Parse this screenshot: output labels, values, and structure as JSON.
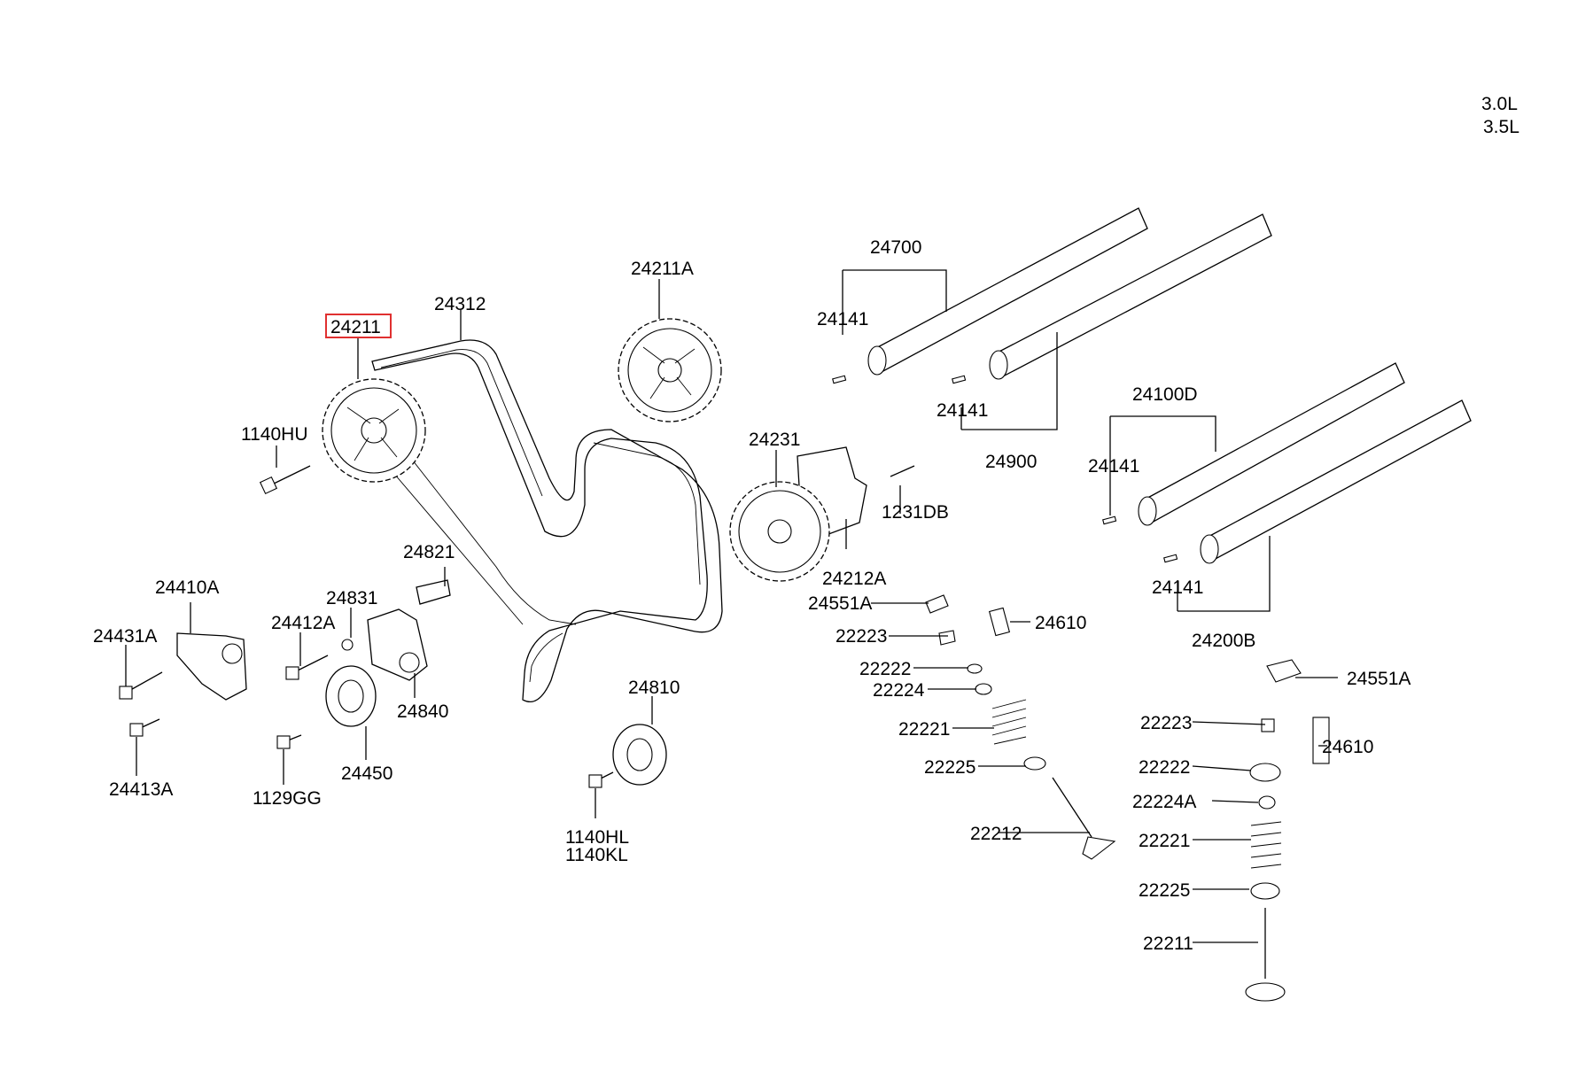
{
  "engine_variants": [
    "3.0L",
    "3.5L"
  ],
  "selected_part": "24211",
  "colors": {
    "line": "#000000",
    "highlight": "#e03030",
    "background": "#ffffff"
  },
  "parts": {
    "p24211": "24211",
    "p24312": "24312",
    "p24211A": "24211A",
    "p1140HU": "1140HU",
    "p24700": "24700",
    "p24141_a": "24141",
    "p24141_b": "24141",
    "p24900": "24900",
    "p24100D": "24100D",
    "p24141_c": "24141",
    "p24141_d": "24141",
    "p24200B": "24200B",
    "p24231": "24231",
    "p1231DB": "1231DB",
    "p24212A": "24212A",
    "p24551A_a": "24551A",
    "p24610_a": "24610",
    "p22223_a": "22223",
    "p22222_a": "22222",
    "p22224": "22224",
    "p22221_a": "22221",
    "p22225_a": "22225",
    "p22212": "22212",
    "p24551A_b": "24551A",
    "p22223_b": "22223",
    "p24610_b": "24610",
    "p22222_b": "22222",
    "p22224A": "22224A",
    "p22221_b": "22221",
    "p22225_b": "22225",
    "p22211": "22211",
    "p24821": "24821",
    "p24410A": "24410A",
    "p24831": "24831",
    "p24431A": "24431A",
    "p24412A": "24412A",
    "p24840": "24840",
    "p24450": "24450",
    "p24413A": "24413A",
    "p1129GG": "1129GG",
    "p24810": "24810",
    "p1140HL": "1140HL",
    "p1140KL": "1140KL"
  }
}
